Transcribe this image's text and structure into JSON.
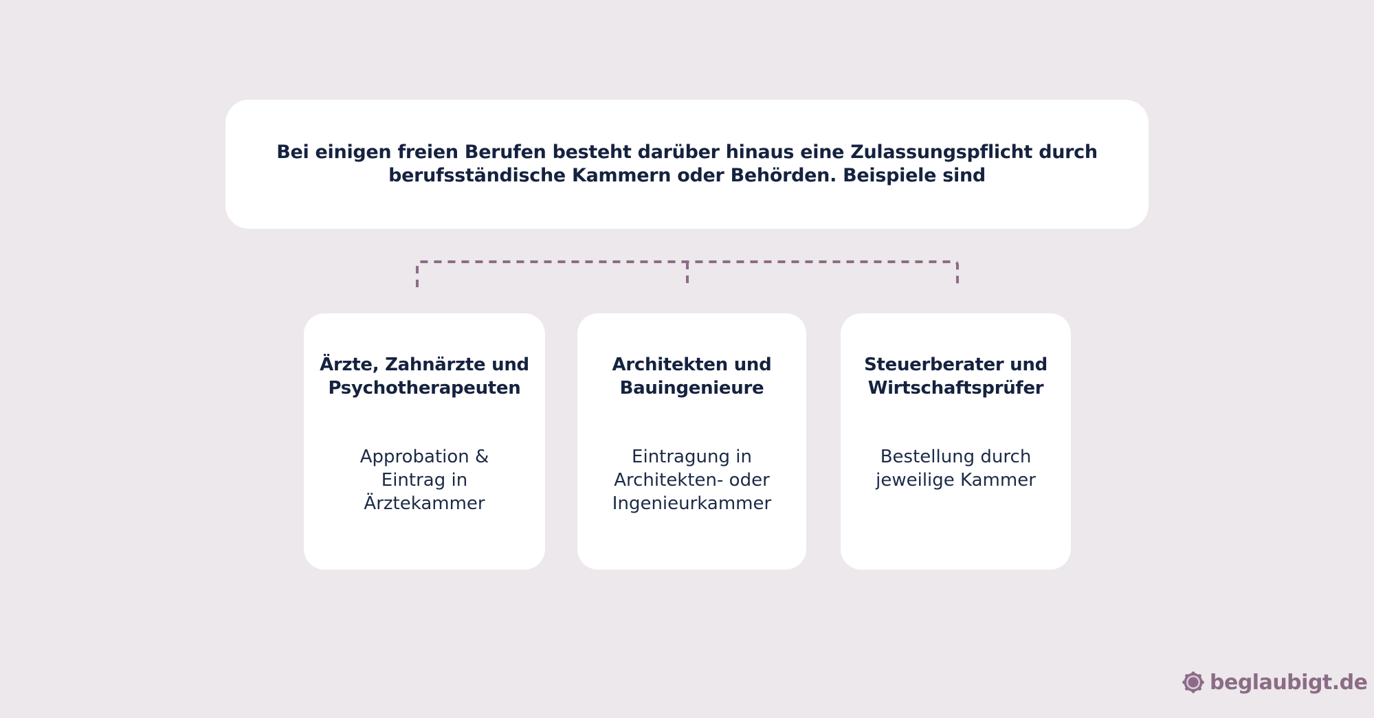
{
  "colors": {
    "background": "#ece8eb",
    "card": "#ffffff",
    "text": "#15223f",
    "accent": "#8b6c86"
  },
  "intro": {
    "lines": [
      "Bei einigen freien Berufen besteht darüber hinaus eine Zulassungspflicht durch",
      "berufsständische Kammern oder Behörden. Beispiele sind"
    ]
  },
  "cards": [
    {
      "title_lines": [
        "Ärzte, Zahnärzte und",
        "Psychotherapeuten"
      ],
      "body_lines": [
        "Approbation &",
        "Eintrag in",
        "Ärztekammer"
      ]
    },
    {
      "title_lines": [
        "Architekten und",
        "Bauingenieure"
      ],
      "body_lines": [
        "Eintragung in",
        "Architekten- oder",
        "Ingenieurkammer"
      ]
    },
    {
      "title_lines": [
        "Steuerberater und",
        "Wirtschaftsprüfer"
      ],
      "body_lines": [
        "Bestellung durch",
        "jeweilige Kammer"
      ]
    }
  ],
  "logo": {
    "icon": "seal-badge-icon",
    "text": "beglaubigt.de"
  }
}
